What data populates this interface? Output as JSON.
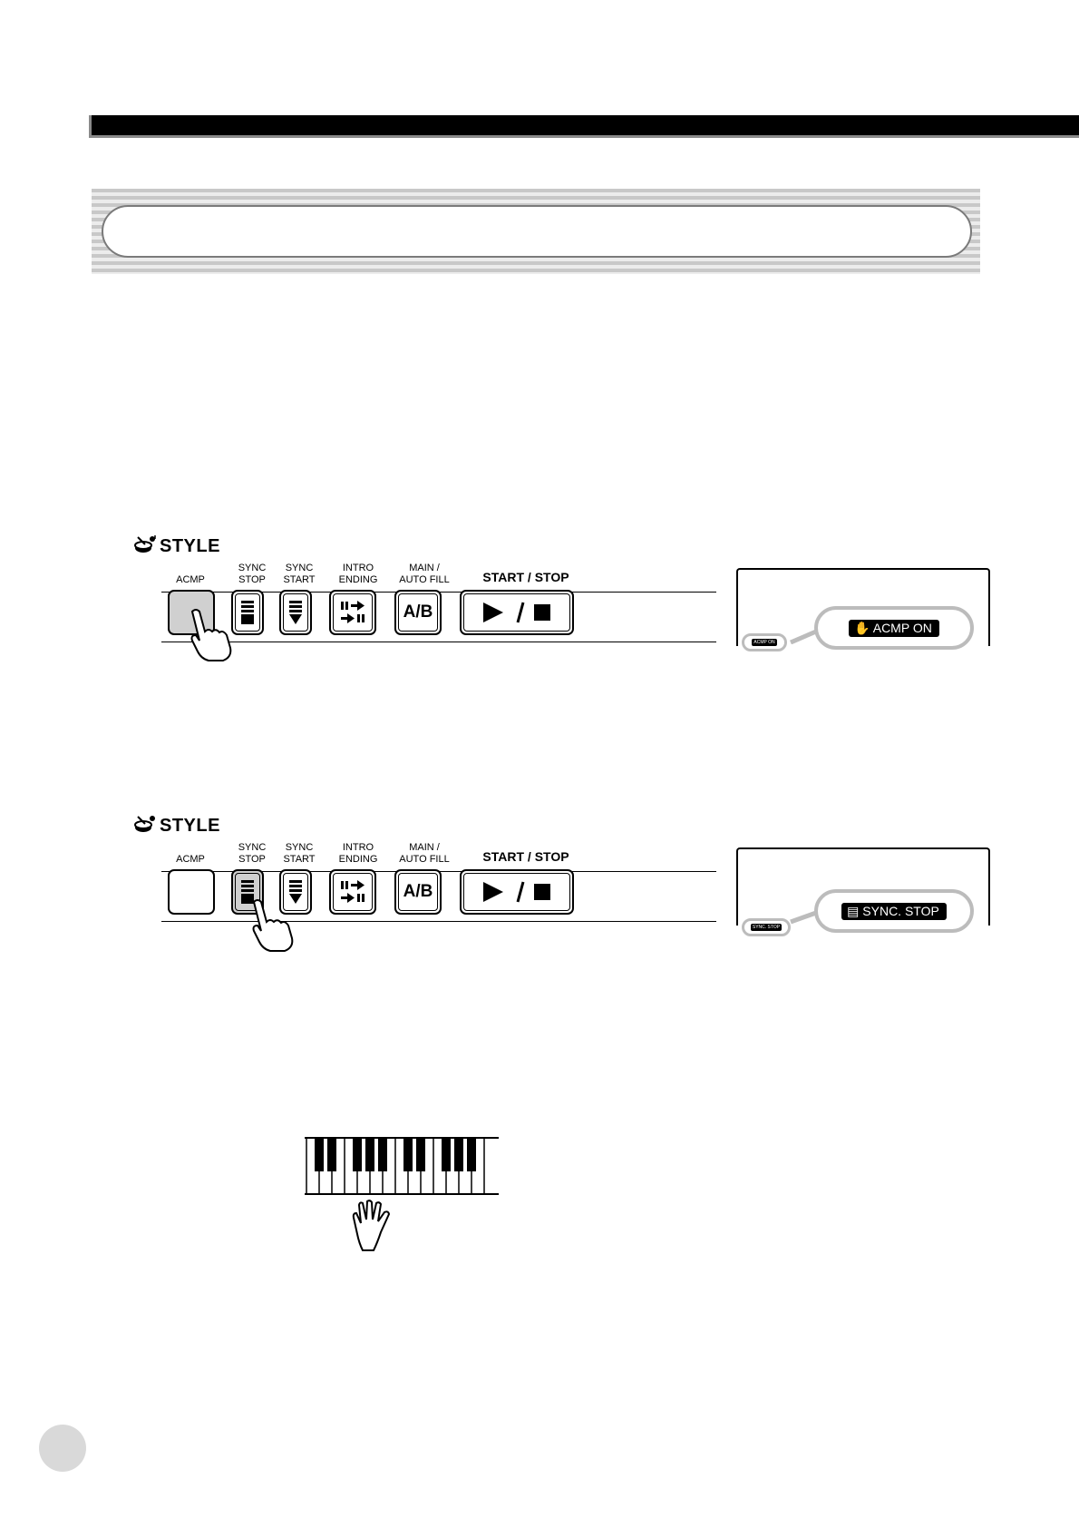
{
  "panel_1": {
    "style_label": "STYLE",
    "buttons": {
      "acmp": "ACMP",
      "sync_stop": "SYNC\nSTOP",
      "sync_start": "SYNC\nSTART",
      "intro_ending": "INTRO\nENDING",
      "main_auto_fill": "MAIN /\nAUTO  FILL",
      "start_stop": "START / STOP"
    },
    "ab_text": "A/B",
    "lcd_mini_text": "ACMP ON",
    "callout_text": "ACMP ON",
    "pressed": "acmp"
  },
  "panel_2": {
    "style_label": "STYLE",
    "buttons": {
      "acmp": "ACMP",
      "sync_stop": "SYNC\nSTOP",
      "sync_start": "SYNC\nSTART",
      "intro_ending": "INTRO\nENDING",
      "main_auto_fill": "MAIN /\nAUTO  FILL",
      "start_stop": "START / STOP"
    },
    "ab_text": "A/B",
    "lcd_mini_text": "SYNC. STOP",
    "callout_text": "SYNC. STOP",
    "pressed": "sync_stop"
  },
  "colors": {
    "banner_stripe_dark": "#c8c8c8",
    "banner_stripe_light": "#ececec",
    "pressed_button": "#d0d0d0",
    "callout_outline": "#bcbcbc"
  }
}
